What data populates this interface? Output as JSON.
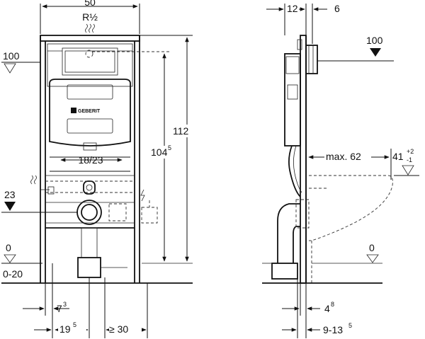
{
  "brand_label": "GEBERIT",
  "front_view": {
    "width_top": "50",
    "connection": "R½",
    "level_100": "100",
    "height_total": "112",
    "height_inner": "104",
    "height_inner_sup": "5",
    "spacing": "18/23",
    "level_23": "23",
    "level_0": "0",
    "range_0_20": "0-20",
    "offset_7": "7",
    "offset_7_sup": "3",
    "offset_19": "19",
    "offset_19_sup": "5",
    "min_30": "≥ 30"
  },
  "side_view": {
    "depth_12": "12",
    "depth_6": "6",
    "level_100": "100",
    "max_62": "max. 62",
    "height_41": "41",
    "tol_plus": "+2",
    "tol_minus": "-1",
    "level_0": "0",
    "depth_4": "4",
    "depth_4_sup": "8",
    "range_9": "9-13",
    "range_9_sup": "5"
  }
}
